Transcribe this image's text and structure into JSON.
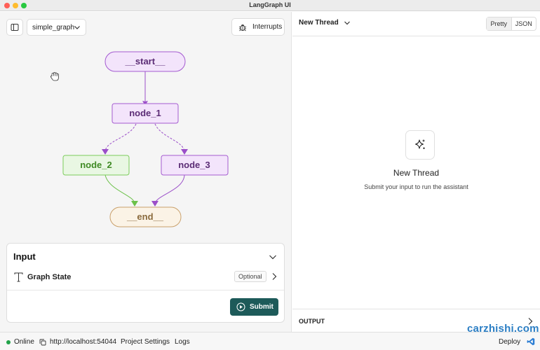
{
  "window": {
    "title": "LangGraph UI"
  },
  "toolbar": {
    "graph_name": "simple_graph",
    "interrupts_label": "Interrupts"
  },
  "graph": {
    "nodes": {
      "start": "__start__",
      "node_1": "node_1",
      "node_2": "node_2",
      "node_3": "node_3",
      "end": "__end__"
    },
    "colors": {
      "purple": "#9b4fc9",
      "green": "#6cc14a",
      "orange": "#c9a06b"
    }
  },
  "input": {
    "title": "Input",
    "state_label": "Graph State",
    "optional_label": "Optional",
    "submit_label": "Submit"
  },
  "thread": {
    "selector_label": "New Thread",
    "view_pretty": "Pretty",
    "view_json": "JSON",
    "empty_title": "New Thread",
    "empty_subtitle": "Submit your input to run the assistant",
    "output_label": "OUTPUT"
  },
  "watermark": "carzhishi.com",
  "status": {
    "online_label": "Online",
    "url": "http://localhost:54044",
    "project_settings": "Project Settings",
    "logs": "Logs",
    "deploy": "Deploy"
  },
  "accent": {
    "submit": "#1d5a59",
    "online": "#22a34a"
  }
}
